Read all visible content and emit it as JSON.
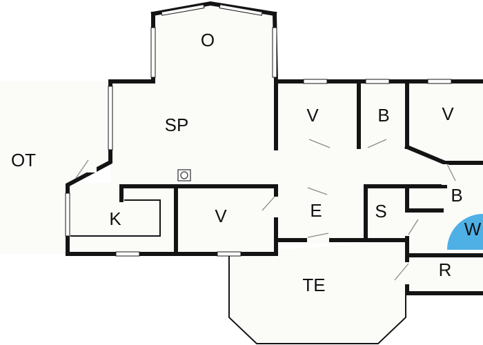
{
  "rooms": {
    "O": "O",
    "SP": "SP",
    "OT": "OT",
    "V1": "V",
    "B1": "B",
    "V2": "V",
    "K": "K",
    "V3": "V",
    "E": "E",
    "S": "S",
    "B2": "B",
    "W": "W",
    "R": "R",
    "TE": "TE"
  },
  "colors": {
    "wall": "#141414",
    "floor": "#fbfbf8",
    "whirlpool": "#4fb0e6"
  },
  "icons": [
    "stove-icon"
  ]
}
